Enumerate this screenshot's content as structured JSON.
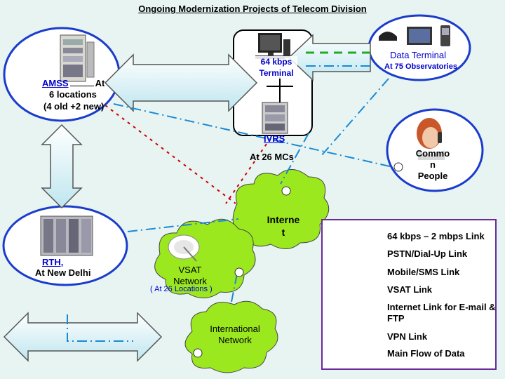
{
  "title": "Ongoing Modernization Projects of Telecom Division",
  "nodes": {
    "amss": {
      "name": "AMSS",
      "suffix": "At",
      "line2": "6 locations",
      "line3": "(4 old +2 new)"
    },
    "terminal": {
      "line1": "64 kbps",
      "line2": "Terminal"
    },
    "ivrs": {
      "name": "IVRS",
      "sub": "At 26 MCs"
    },
    "data_terminal": {
      "name": "Data Terminal",
      "sub": "At 75 Observatories"
    },
    "common_people": {
      "line1": "Commo",
      "line2": "n",
      "line3": "People"
    },
    "internet": {
      "line1": "Interne",
      "line2": "t"
    },
    "rth": {
      "name": "RTH,",
      "sub": "At New Delhi"
    },
    "vsat": {
      "line1": "VSAT",
      "line2": "Network",
      "sub": "( At 26 Locations )"
    },
    "international": {
      "line1": "International",
      "line2": "Network"
    }
  },
  "legend": [
    {
      "label": "64 kbps – 2 mbps Link",
      "style": "solid-red",
      "color": "#c0003c"
    },
    {
      "label": "PSTN/Dial-Up Link",
      "style": "solid-purple",
      "color": "#a020f0"
    },
    {
      "label": "Mobile/SMS Link",
      "style": "dash-green",
      "color": "#22aa22"
    },
    {
      "label": "VSAT Link",
      "style": "dot-red",
      "color": "#cc0000"
    },
    {
      "label": "Internet Link for E-mail & FTP",
      "style": "dashdot-blue",
      "color": "#1a8ad4"
    },
    {
      "label": "VPN Link",
      "style": "dash-yellow",
      "color": "#e8e000"
    },
    {
      "label": "Main Flow of Data",
      "style": "double-arrow",
      "color": "#e0f4f8"
    }
  ],
  "colors": {
    "background": "#e8f4f2",
    "cloud_green": "#9be81f",
    "node_text_blue": "#0000cc"
  }
}
